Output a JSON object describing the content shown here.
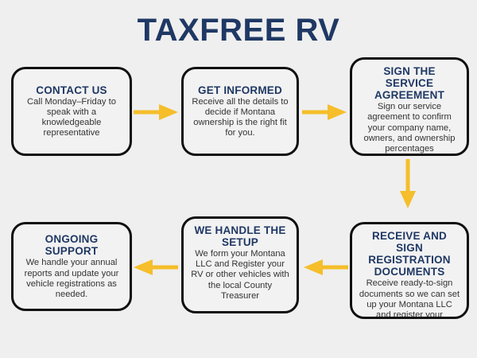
{
  "page": {
    "title": "TAXFREE RV",
    "background_color": "#efefef",
    "brand_navy": "#1f3864",
    "accent_yellow": "#f5be2a",
    "box_border_color": "#101010",
    "box_fill_color": "#f2f2f2",
    "body_text_color": "#333333"
  },
  "flow": {
    "steps": [
      {
        "id": "contact-us",
        "title": "CONTACT US",
        "body": "Call Monday–Friday to speak with a knowledgeable representative"
      },
      {
        "id": "get-informed",
        "title": "GET INFORMED",
        "body": "Receive all the details to decide if Montana ownership is the right fit for you."
      },
      {
        "id": "sign-the-service-agreement",
        "title": "SIGN THE SERVICE AGREEMENT",
        "body": "Sign our service agreement to confirm your company name, owners, and ownership percentages"
      },
      {
        "id": "receive-and-sign-registration-documents",
        "title": "RECEIVE AND SIGN REGISTRATION DOCUMENTS",
        "body": "Receive ready-to-sign documents so we can set up your Montana LLC and register your vehicle(s)"
      },
      {
        "id": "we-handle-the-setup",
        "title": "WE HANDLE THE SETUP",
        "body": "We form your Montana LLC and Register your RV or other vehicles with the local County Treasurer"
      },
      {
        "id": "ongoing-support",
        "title": "ONGOING SUPPORT",
        "body": "We handle your annual reports and update your vehicle registrations as needed."
      }
    ],
    "connectors": [
      {
        "id": "contact-us-to-get-informed",
        "direction": "right"
      },
      {
        "id": "get-informed-to-sign-agreement",
        "direction": "right"
      },
      {
        "id": "sign-agreement-to-receive-sign-docs",
        "direction": "down"
      },
      {
        "id": "receive-sign-docs-to-we-handle-setup",
        "direction": "left"
      },
      {
        "id": "we-handle-setup-to-ongoing-support",
        "direction": "left"
      }
    ]
  }
}
